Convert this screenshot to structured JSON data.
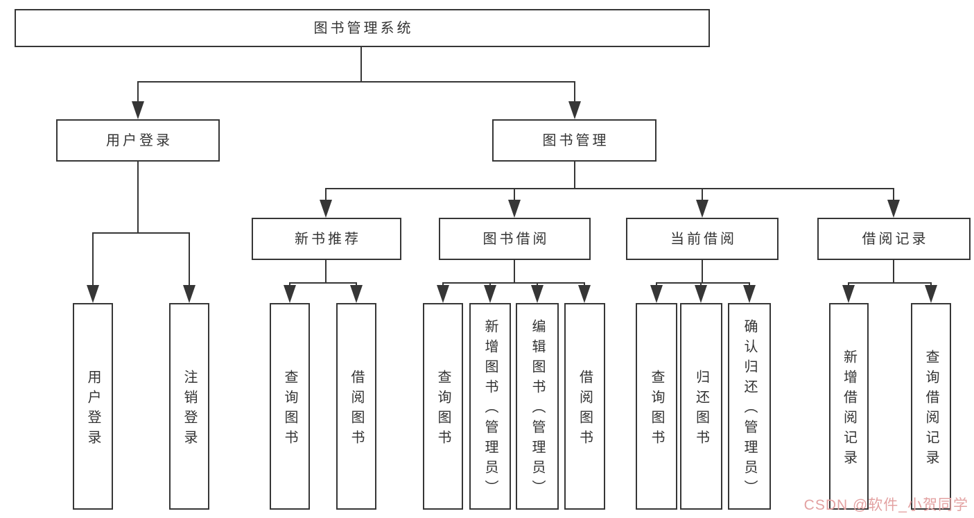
{
  "diagram_title": "图书管理系统",
  "tree": {
    "label": "图书管理系统",
    "children": [
      {
        "label": "用户登录",
        "children": [
          {
            "label": "用户登录"
          },
          {
            "label": "注销登录"
          }
        ]
      },
      {
        "label": "图书管理",
        "children": [
          {
            "label": "新书推荐",
            "children": [
              {
                "label": "查询图书"
              },
              {
                "label": "借阅图书"
              }
            ]
          },
          {
            "label": "图书借阅",
            "children": [
              {
                "label": "查询图书"
              },
              {
                "label": "新增图书（管理员）"
              },
              {
                "label": "编辑图书（管理员）"
              },
              {
                "label": "借阅图书"
              }
            ]
          },
          {
            "label": "当前借阅",
            "children": [
              {
                "label": "查询图书"
              },
              {
                "label": "归还图书"
              },
              {
                "label": "确认归还（管理员）"
              }
            ]
          },
          {
            "label": "借阅记录",
            "children": [
              {
                "label": "新增借阅记录"
              },
              {
                "label": "查询借阅记录"
              }
            ]
          }
        ]
      }
    ]
  },
  "watermark": {
    "text": "CSDN @软件_小贺同学"
  },
  "colors": {
    "line": "#363636",
    "text": "#333333",
    "watermark": "#e3a2a2"
  }
}
